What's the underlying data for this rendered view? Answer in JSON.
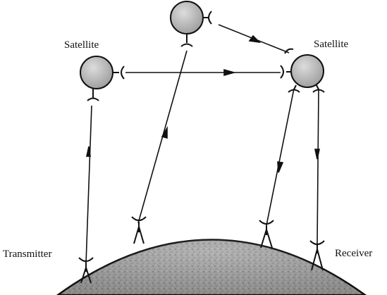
{
  "labels": {
    "satellite_left": "Satellite",
    "satellite_right": "Satellite",
    "transmitter": "Transmitter",
    "receiver": "Receiver"
  },
  "colors": {
    "line": "#111111",
    "satellite_fill": "#b8b8b8",
    "earth_fill": "#9a9a9a",
    "background": "#ffffff"
  }
}
